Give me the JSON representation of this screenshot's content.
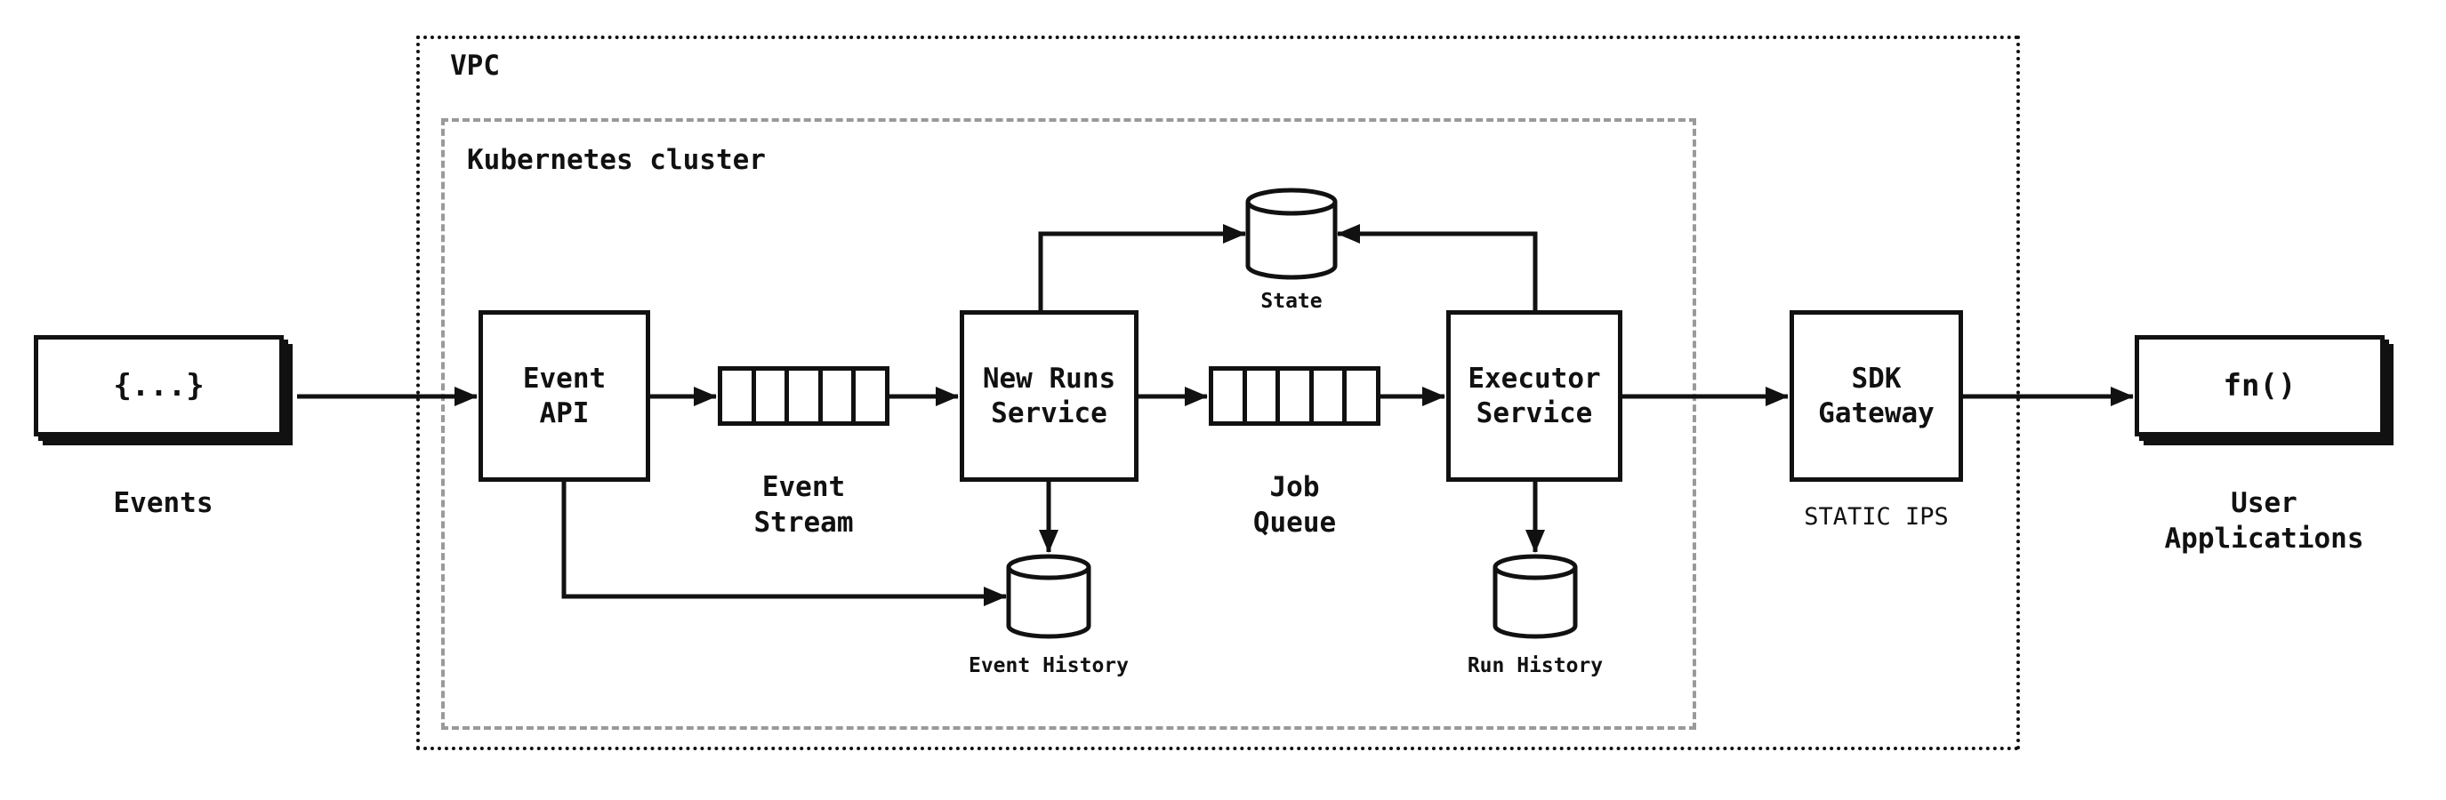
{
  "containers": {
    "vpc": "VPC",
    "kubernetes": "Kubernetes cluster"
  },
  "nodes": {
    "events_glyph": "{...}",
    "events_label": "Events",
    "event_api": "Event\nAPI",
    "event_stream_label": "Event\nStream",
    "new_runs_service": "New Runs\nService",
    "job_queue_label": "Job\nQueue",
    "executor_service": "Executor\nService",
    "sdk_gateway": "SDK\nGateway",
    "sdk_gateway_sublabel": "STATIC IPS",
    "user_apps_glyph": "fn()",
    "user_apps_label": "User\nApplications"
  },
  "datastores": {
    "state": "State",
    "event_history": "Event History",
    "run_history": "Run History"
  },
  "colors": {
    "line": "#111111",
    "cluster_border": "#9a9a9a",
    "background": "#ffffff"
  }
}
